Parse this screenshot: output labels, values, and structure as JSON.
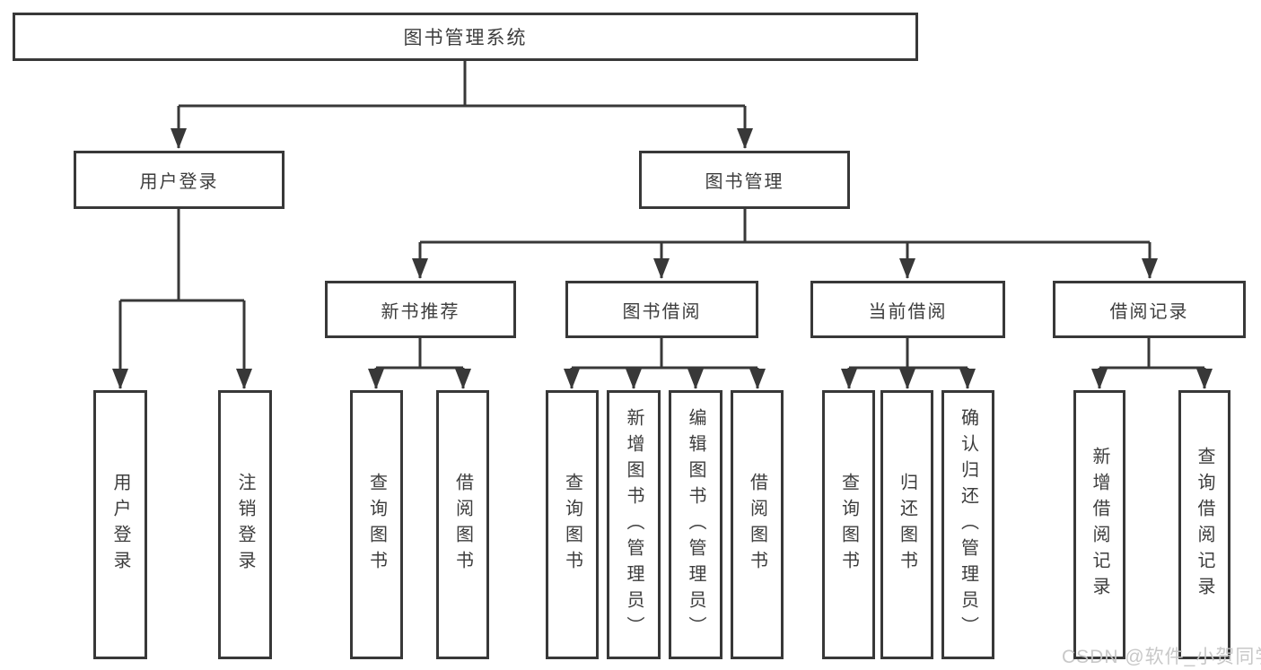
{
  "tree": {
    "root": {
      "label": "图书管理系统",
      "children": [
        {
          "label": "用户登录",
          "children": [
            {
              "label": "用户登录"
            },
            {
              "label": "注销登录"
            }
          ]
        },
        {
          "label": "图书管理",
          "children": [
            {
              "label": "新书推荐",
              "children": [
                {
                  "label": "查询图书"
                },
                {
                  "label": "借阅图书"
                }
              ]
            },
            {
              "label": "图书借阅",
              "children": [
                {
                  "label": "查询图书"
                },
                {
                  "label": "新增图书（管理员）"
                },
                {
                  "label": "编辑图书（管理员）"
                },
                {
                  "label": "借阅图书"
                }
              ]
            },
            {
              "label": "当前借阅",
              "children": [
                {
                  "label": "查询图书"
                },
                {
                  "label": "归还图书"
                },
                {
                  "label": "确认归还（管理员）"
                }
              ]
            },
            {
              "label": "借阅记录",
              "children": [
                {
                  "label": "新增借阅记录"
                },
                {
                  "label": "查询借阅记录"
                }
              ]
            }
          ]
        }
      ]
    }
  },
  "watermark": {
    "text": "CSDN @软件_小贺同学"
  },
  "colors": {
    "line": "#383838",
    "box_border": "#383838",
    "text": "#3d3d3d",
    "watermark": "#c5c5c5",
    "background": "#ffffff"
  }
}
